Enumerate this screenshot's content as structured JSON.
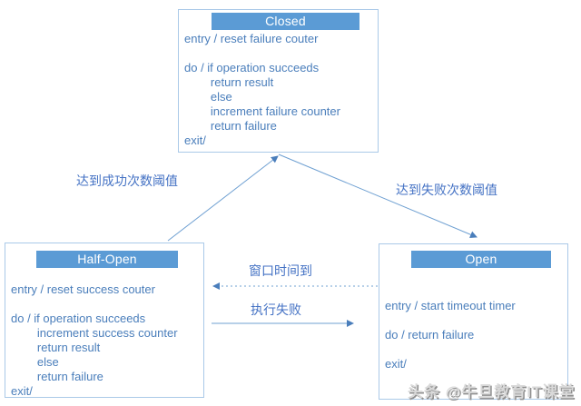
{
  "diagram": {
    "states": {
      "closed": {
        "title": "Closed",
        "lines": [
          "entry / reset failure couter",
          "",
          "do / if operation succeeds",
          "        return result",
          "        else",
          "        increment failure counter",
          "        return failure",
          "exit/"
        ]
      },
      "half_open": {
        "title": "Half-Open",
        "lines": [
          "entry / reset success couter",
          "",
          "do / if operation succeeds",
          "        increment success counter",
          "        return result",
          "        else",
          "        return failure",
          "exit/"
        ]
      },
      "open": {
        "title": "Open",
        "lines": [
          "entry / start timeout timer",
          "",
          "do / return failure",
          "",
          "exit/"
        ]
      }
    },
    "transitions": {
      "half_open_to_closed_label": "达到成功次数阈值",
      "closed_to_open_label": "达到失败次数阈值",
      "open_to_half_open_label": "窗口时间到",
      "half_open_to_open_label": "执行失败"
    },
    "watermark": "头条 @牛旦教育IT课堂",
    "colors": {
      "state_header_bg": "#5b9bd5",
      "state_header_text": "#ffffff",
      "state_body_text": "#4a7ebb",
      "transition_label_text": "#4472c4",
      "box_border": "#aac9e8",
      "arrow_line": "#6fa0d2",
      "arrowhead": "#4a7ebb",
      "watermark_gray": "#8f8f8f"
    }
  }
}
